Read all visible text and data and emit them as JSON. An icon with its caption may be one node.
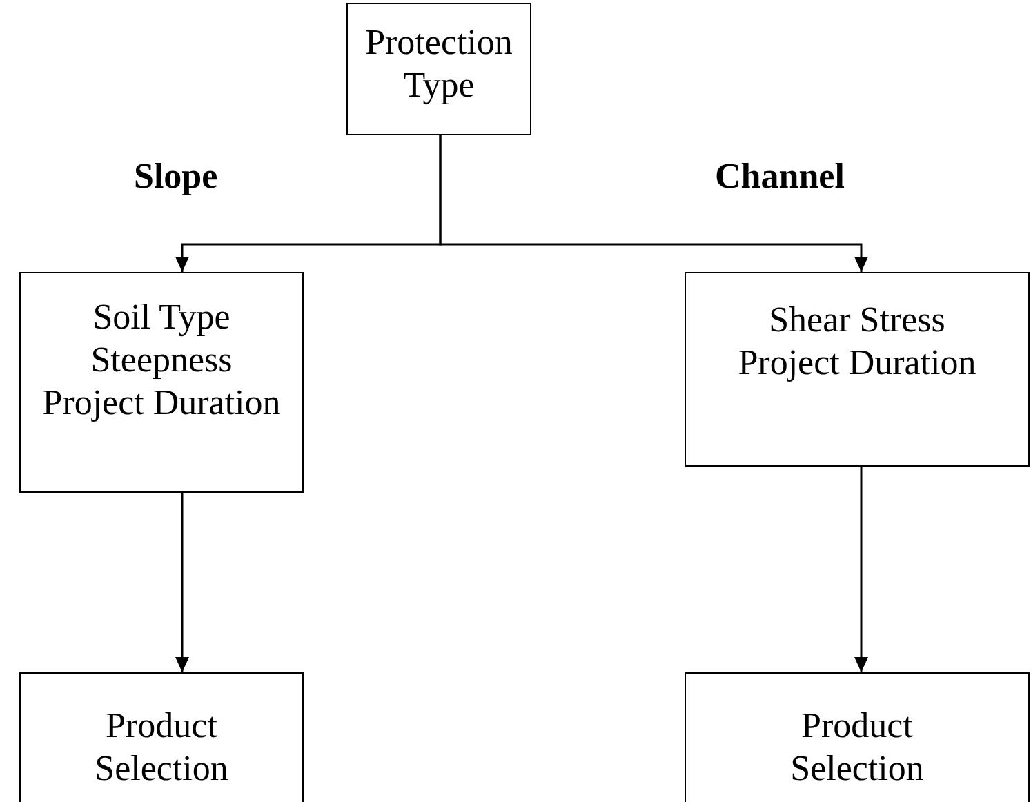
{
  "diagram": {
    "nodes": [
      {
        "text": [
          "Protection Type"
        ]
      },
      {
        "text": [
          "Soil Type",
          "Steepness",
          "Project Duration"
        ]
      },
      {
        "text": [
          "Shear Stress",
          "Project Duration"
        ]
      },
      {
        "text": [
          "Product Selection"
        ]
      },
      {
        "text": [
          "Product Selection"
        ]
      }
    ],
    "edges": [
      {
        "from": 0,
        "to": 1,
        "arrow": "to"
      },
      {
        "from": 0,
        "to": 2,
        "arrow": "to"
      },
      {
        "from": 1,
        "to": 3,
        "arrow": "to"
      },
      {
        "from": 2,
        "to": 4,
        "arrow": "to"
      }
    ],
    "labels": [
      "Slope",
      "Channel"
    ]
  }
}
